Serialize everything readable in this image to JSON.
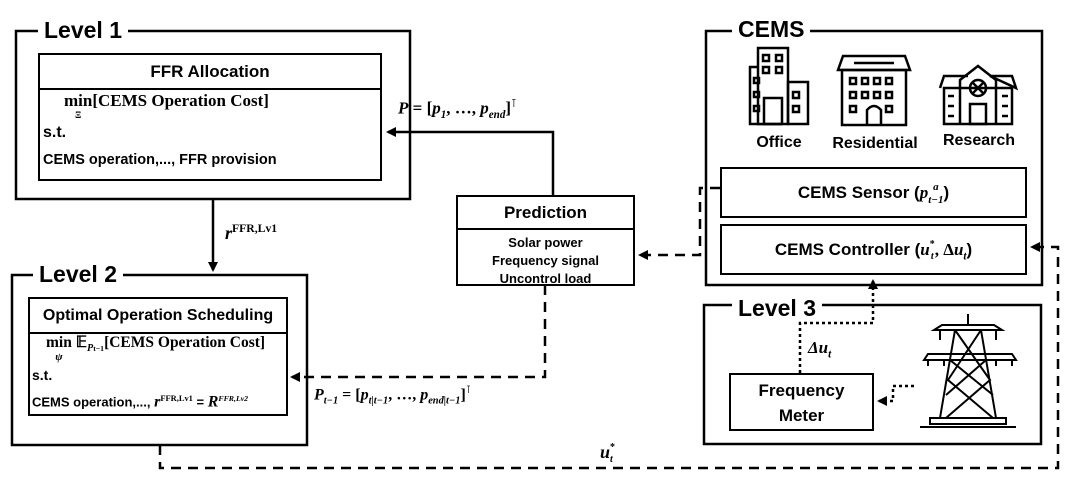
{
  "level1": {
    "title": "Level 1",
    "box_title": "FFR Allocation",
    "objective_op": "min",
    "objective_var": "Ξ",
    "objective": "[CEMS Operation Cost]",
    "st": "s.t.",
    "constraints": "CEMS operation,..., FFR provision"
  },
  "level2": {
    "title": "Level 2",
    "box_title": "Optimal Operation Scheduling",
    "objective_op": "min",
    "objective_var": "ψ",
    "expectation": "𝔼",
    "expectation_sub": "P",
    "expectation_sub2": "t−1",
    "objective": "[CEMS Operation Cost]",
    "st": "s.t.",
    "constraints_prefix": "CEMS operation,..., ",
    "r_sym": "r",
    "r_sup": "FFR,Lv1",
    "eq": " = ",
    "R_sym": "R",
    "R_sup": "FFR,Lv2"
  },
  "arrow_r": {
    "sym": "r",
    "sup": "FFR,Lv1"
  },
  "prediction": {
    "title": "Prediction",
    "items": [
      "Solar power",
      "Frequency signal",
      "Uncontrol load"
    ]
  },
  "label_P": {
    "lhs": "P",
    "eq": " = [",
    "p1": "p",
    "p1_sub": "1",
    "mid": ", …, ",
    "pend": "p",
    "pend_sub": "end",
    "close": "]",
    "T": "⊺"
  },
  "label_Pt": {
    "lhs": "P",
    "lhs_sub": "t−1",
    "eq": " = [",
    "p1": "p",
    "p1_sub": "t|t−1",
    "mid": ", …, ",
    "pend": "p",
    "pend_sub": "end|t−1",
    "close": "]",
    "T": "⊺"
  },
  "label_u": {
    "sym": "u",
    "sub": "t",
    "sup": "*"
  },
  "cems": {
    "title": "CEMS",
    "buildings": [
      {
        "label": "Office",
        "icon": "office-building-icon"
      },
      {
        "label": "Residential",
        "icon": "residential-building-icon"
      },
      {
        "label": "Research",
        "icon": "research-building-icon"
      }
    ],
    "sensor_prefix": "CEMS Sensor (",
    "sensor_sym": "p",
    "sensor_sup": "a",
    "sensor_sub": "t−1",
    "sensor_suffix": ")",
    "controller_prefix": "CEMS Controller (",
    "controller_u": "u",
    "controller_u_sub": "t",
    "controller_u_sup": "*",
    "controller_mid": ", Δ",
    "controller_du": "u",
    "controller_du_sub": "t",
    "controller_suffix": ")"
  },
  "level3": {
    "title": "Level 3",
    "meter_line1": "Frequency",
    "meter_line2": "Meter",
    "delta_label": "Δ",
    "delta_sym": "u",
    "delta_sub": "t",
    "tower_icon": "transmission-tower-icon"
  }
}
